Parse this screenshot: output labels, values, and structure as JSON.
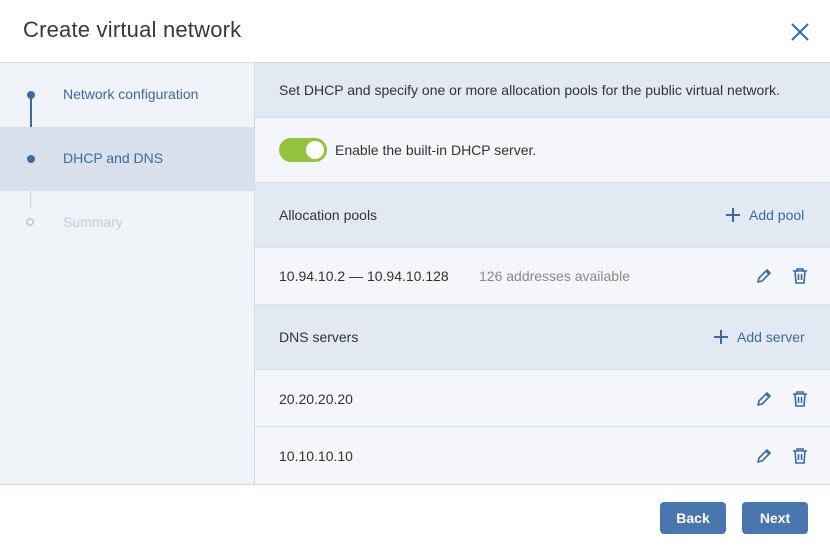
{
  "dialog": {
    "title": "Create virtual network"
  },
  "steps": [
    {
      "label": "Network configuration",
      "state": "done"
    },
    {
      "label": "DHCP and DNS",
      "state": "active"
    },
    {
      "label": "Summary",
      "state": "disabled"
    }
  ],
  "main": {
    "info": "Set DHCP and specify one or more allocation pools for the public virtual network.",
    "dhcp_toggle": {
      "label": "Enable the built-in DHCP server.",
      "enabled": true
    },
    "allocation_pools": {
      "title": "Allocation pools",
      "add_label": "Add pool",
      "items": [
        {
          "range": "10.94.10.2 — 10.94.10.128",
          "available": "126 addresses available"
        }
      ]
    },
    "dns_servers": {
      "title": "DNS servers",
      "add_label": "Add server",
      "items": [
        {
          "address": "20.20.20.20"
        },
        {
          "address": "10.10.10.10"
        }
      ]
    }
  },
  "footer": {
    "back_label": "Back",
    "next_label": "Next"
  },
  "colors": {
    "accent": "#3c6aa3",
    "button": "#4a76ae",
    "toggle_on": "#94c23e"
  }
}
